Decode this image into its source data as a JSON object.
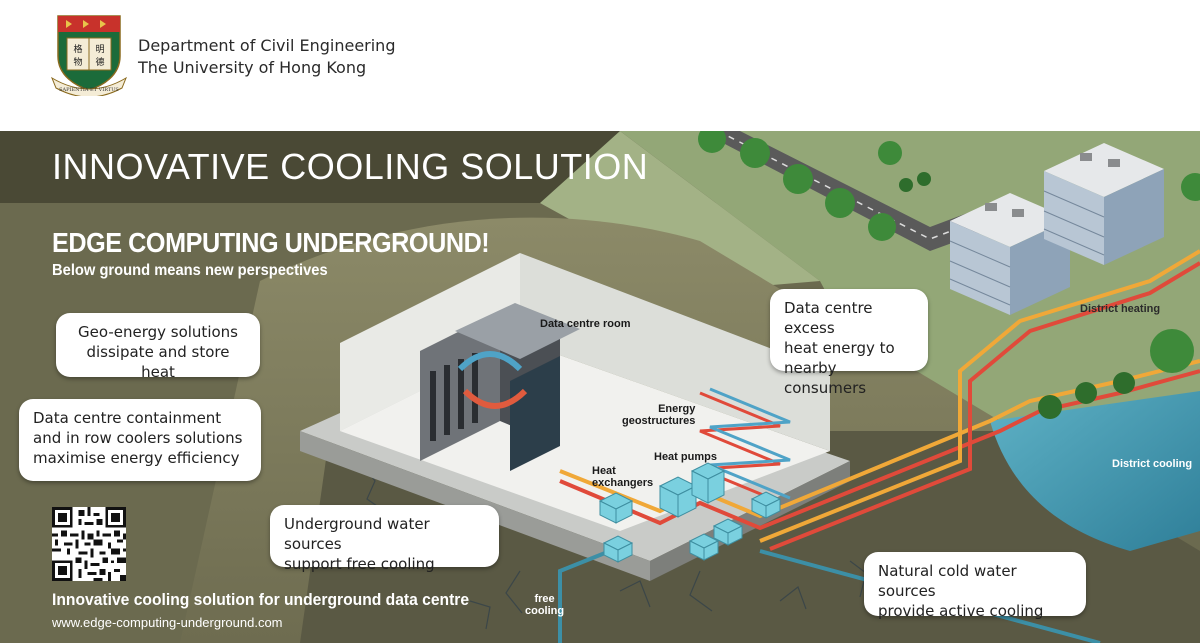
{
  "header": {
    "department": "Department of Civil Engineering",
    "university": "The University of Hong Kong",
    "crest_motto": "SAPIENTIA ET VIRTUS"
  },
  "poster": {
    "title": "INNOVATIVE COOLING SOLUTION",
    "headline": "EDGE COMPUTING UNDERGROUND!",
    "subheadline": "Below ground means new perspectives",
    "bubbles": {
      "geo_energy": [
        "Geo-energy solutions",
        "dissipate and store heat"
      ],
      "containment": [
        "Data centre containment",
        "and in row coolers solutions",
        "maximise energy efficiency"
      ],
      "underground_water": [
        "Underground water sources",
        "support free cooling"
      ],
      "excess_heat": [
        "Data centre excess",
        "heat energy to",
        "nearby consumers"
      ],
      "cold_water": [
        "Natural cold water sources",
        "provide active cooling"
      ]
    },
    "diagram_labels": {
      "data_centre_room": "Data centre room",
      "energy_geostructures": [
        "Energy",
        "geostructures"
      ],
      "heat_pumps": "Heat pumps",
      "heat_exchangers": [
        "Heat",
        "exchangers"
      ],
      "free_cooling": [
        "free",
        "cooling"
      ],
      "district_heating": "District heating",
      "district_cooling": "District cooling"
    },
    "footer_title": "Innovative cooling solution for underground data centre",
    "footer_url": "www.edge-computing-underground.com"
  },
  "colors": {
    "olive_bg": "#6b6a4f",
    "title_band": "#4a4935",
    "grass": "#93a777",
    "water": "#3f95ae",
    "pipe_hot": "#e04a3a",
    "pipe_warm": "#f0a838"
  }
}
